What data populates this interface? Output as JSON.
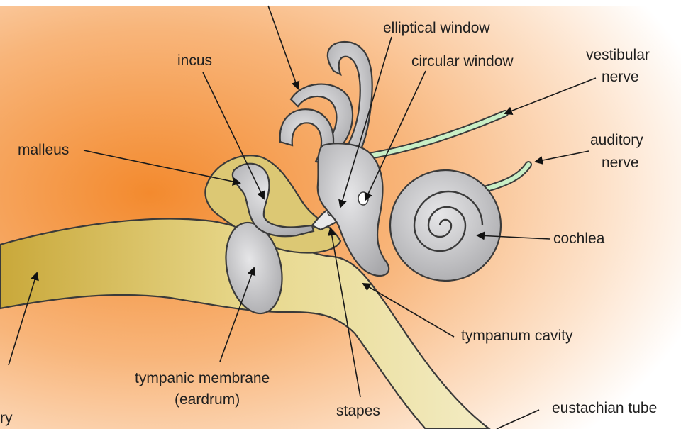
{
  "labels": {
    "incus": "incus",
    "malleus": "malleus",
    "elliptical_window": "elliptical window",
    "circular_window": "circular window",
    "vestibular_nerve_1": "vestibular",
    "vestibular_nerve_2": "nerve",
    "auditory_nerve_1": "auditory",
    "auditory_nerve_2": "nerve",
    "cochlea": "cochlea",
    "tympanum_cavity": "tympanum cavity",
    "tympanic_membrane_1": "tympanic membrane",
    "tympanic_membrane_2": "(eardrum)",
    "stapes": "stapes",
    "eustachian_tube": "eustachian tube",
    "partial_left": "ry"
  },
  "colors": {
    "background_orange": "#f7a25a",
    "canal_yellow": "#d8c15a",
    "bone_gray": "#b9b9bb",
    "nerve_green": "#c9efc6",
    "outline": "#3a3a3a"
  }
}
